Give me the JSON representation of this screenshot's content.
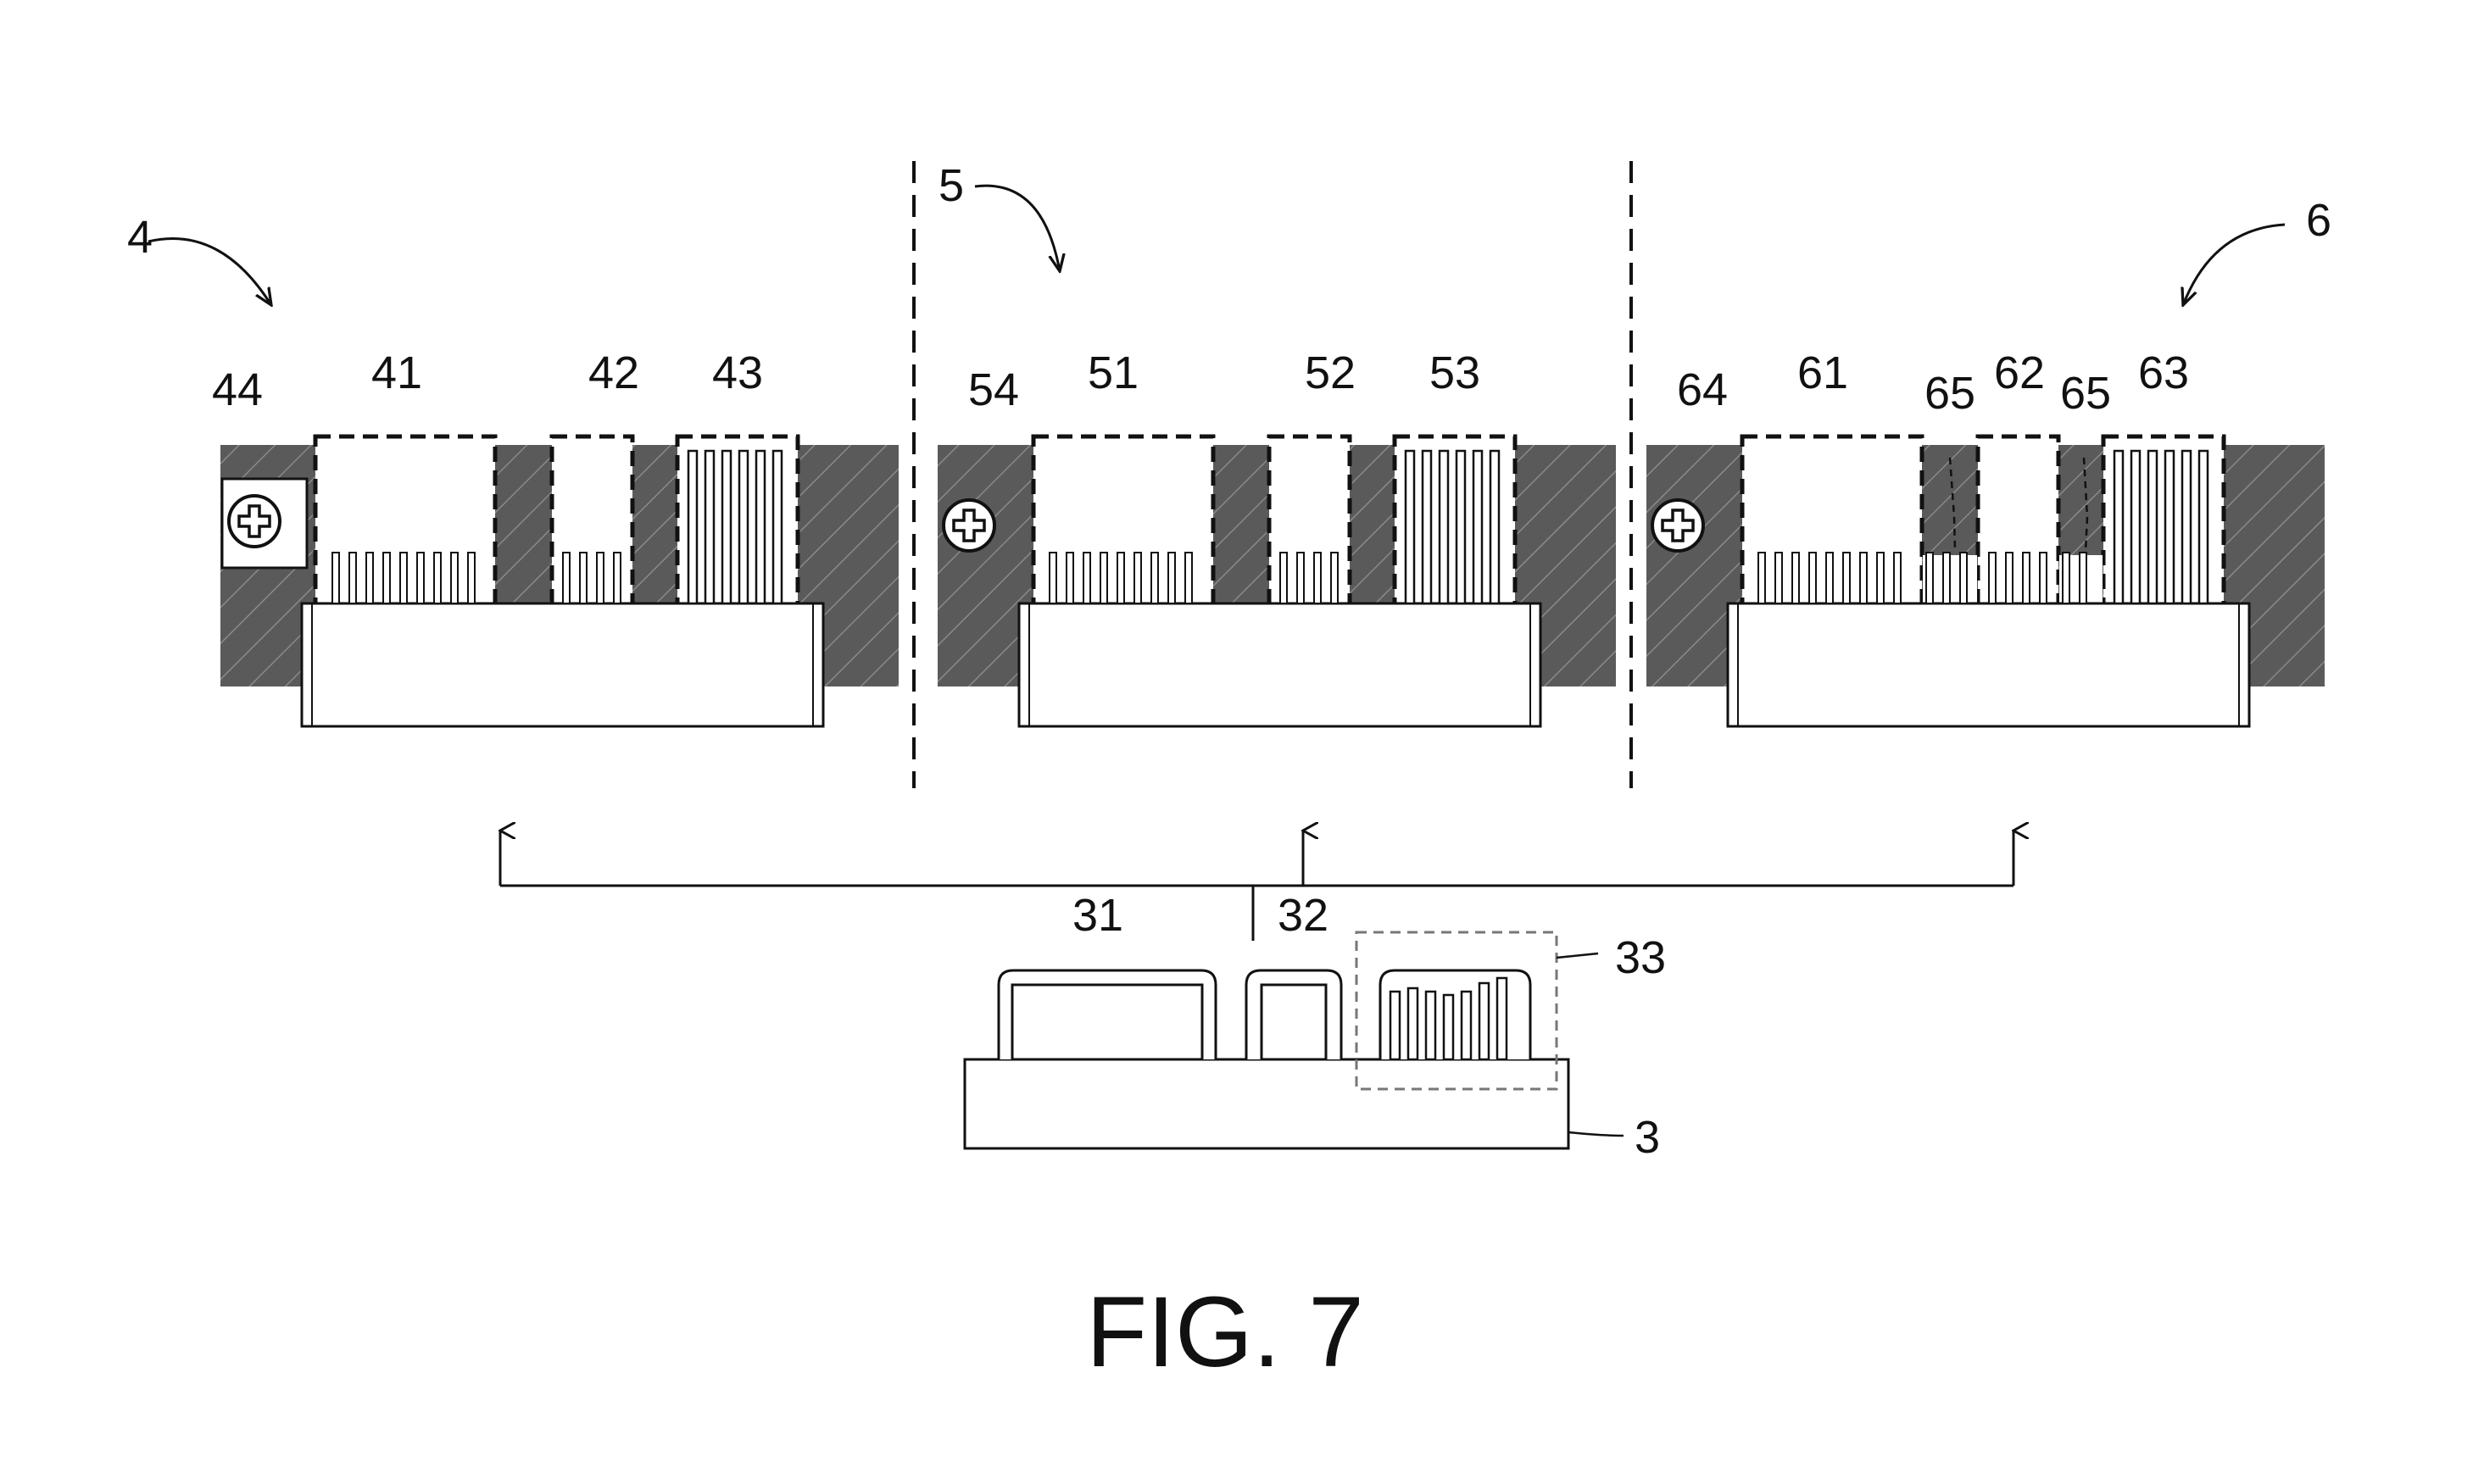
{
  "labels": {
    "panel_4": "4",
    "panel_5": "5",
    "panel_6": "6",
    "p4_41": "41",
    "p4_42": "42",
    "p4_43": "43",
    "p4_44": "44",
    "p5_51": "51",
    "p5_52": "52",
    "p5_53": "53",
    "p5_54": "54",
    "p6_61": "61",
    "p6_62": "62",
    "p6_63": "63",
    "p6_64": "64",
    "p6_65a": "65",
    "p6_65b": "65",
    "c3": "3",
    "c31": "31",
    "c32": "32",
    "c33": "33"
  },
  "caption": "FIG. 7",
  "colors": {
    "line": "#111111",
    "board": "#5a5a5a",
    "hatch": "#8a8a8a",
    "paper": "#ffffff",
    "dash_light": "#777777"
  },
  "icons": [
    "screw-icon-44",
    "screw-icon-54",
    "screw-icon-64"
  ]
}
